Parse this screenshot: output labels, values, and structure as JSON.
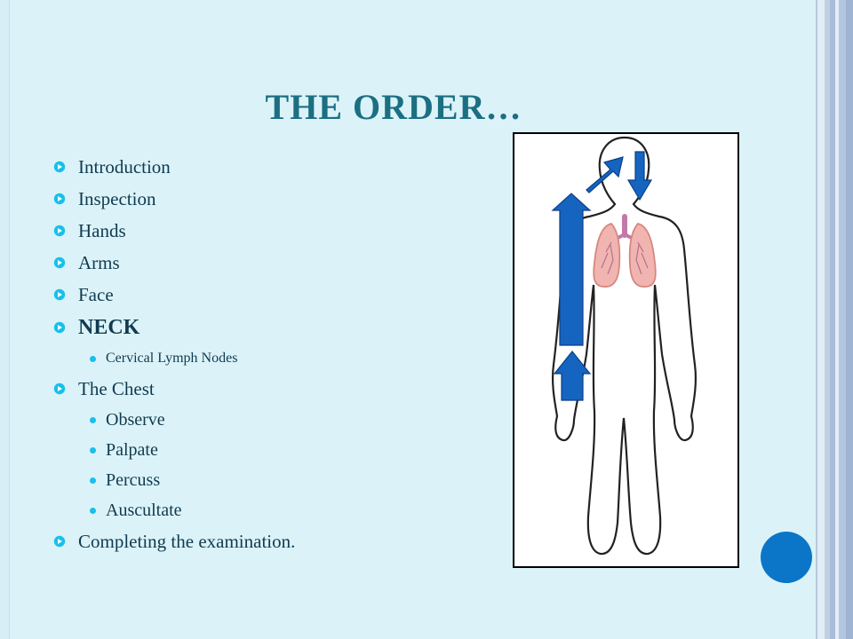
{
  "slide": {
    "title": "THE ORDER…",
    "bullets": [
      {
        "label": "Introduction"
      },
      {
        "label": "Inspection"
      },
      {
        "label": "Hands"
      },
      {
        "label": "Arms"
      },
      {
        "label": "Face"
      },
      {
        "label": "NECK",
        "children": [
          "Cervical Lymph Nodes"
        ]
      },
      {
        "label": "The Chest",
        "children": [
          "Observe",
          "Palpate",
          "Percuss",
          "Auscultate"
        ]
      },
      {
        "label": "Completing the examination."
      }
    ]
  },
  "colors": {
    "background": "#dbf3f8",
    "title": "#1c6f83",
    "text": "#113a50",
    "bullet": "#18c0ea",
    "arrow": "#1565c0",
    "circle": "#0b76c8"
  },
  "icons": {
    "main_bullet": "circle-triangle-icon",
    "sub_bullet": "dot-icon",
    "diagram": "human-body-lungs-icon",
    "arrows": "direction-arrow-icon"
  }
}
